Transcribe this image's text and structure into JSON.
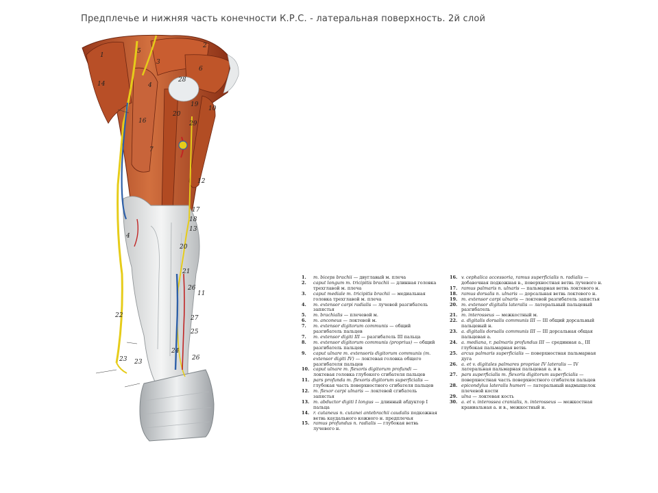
{
  "title": "Предплечье и нижняя часть конечности К.Р.С. - латеральная поверхность. 2й слой",
  "labels": [
    "1",
    "5",
    "3",
    "2",
    "6",
    "14",
    "4",
    "28",
    "19",
    "10",
    "20",
    "16",
    "7",
    "29",
    "12",
    "17",
    "18",
    "13",
    "4",
    "20",
    "21",
    "26",
    "11",
    "22",
    "23",
    "27",
    "25",
    "24",
    "23",
    "26"
  ],
  "legend_left": [
    {
      "n": "1.",
      "la": "m. biceps brachii",
      "ru": "— двуглавый м. плеча"
    },
    {
      "n": "2.",
      "la": "caput longum m. tricipitis brachii",
      "ru": "— длинная головка трехглавой м. плеча"
    },
    {
      "n": "3.",
      "la": "caput mediale m. tricipitis brachii",
      "ru": "— медиальная головка трехглавой м. плеча"
    },
    {
      "n": "4.",
      "la": "m. extensor carpi radialis",
      "ru": "— лучевой разгибатель запястья"
    },
    {
      "n": "5.",
      "la": "m. brachialis",
      "ru": "— плечевой м."
    },
    {
      "n": "6.",
      "la": "m. anconeus",
      "ru": "— локтевой м."
    },
    {
      "n": "7.",
      "la": "m. extensor digitorum communis",
      "ru": "— общий разгибатель пальцев"
    },
    {
      "n": "7.",
      "la": "m. extensor digiti III",
      "ru": "— разгибатель III пальца"
    },
    {
      "n": "8.",
      "la": "m. extensor digitorum communis (proprius)",
      "ru": "— общий разгибатель пальцев"
    },
    {
      "n": "9.",
      "la": "caput ulnare m. extensoris digitorum communis (m. extensor digiti IV)",
      "ru": "— локтевая головка общего разгибателя пальцев"
    },
    {
      "n": "10.",
      "la": "caput ulnare m. flexoris digitorum profundi",
      "ru": "— локтевая головка глубокого сгибателя пальцев"
    },
    {
      "n": "11.",
      "la": "pars profunda m. flexoris digitorum superficialis",
      "ru": "— глубокая часть поверхностного сгибателя пальцев"
    },
    {
      "n": "12.",
      "la": "m. flexor carpi ulnaris",
      "ru": "— локтевой сгибатель запястья"
    },
    {
      "n": "13.",
      "la": "m. abductor digiti I longus",
      "ru": "— длинный абдуктор I пальца"
    },
    {
      "n": "14.",
      "la": "r. cutaneus n. cutanei antebrachii caudalis",
      "ru": "подкожная ветвь каудального кожного н. предплечья"
    },
    {
      "n": "15.",
      "la": "ramus profundus n. radialis",
      "ru": "— глубокая ветвь лучевого н."
    }
  ],
  "legend_right": [
    {
      "n": "16.",
      "la": "v. cephalica accessoria, ramus superficialis n. radialis",
      "ru": "— добавочная подкожная в., поверхностная ветвь лучевого н."
    },
    {
      "n": "17.",
      "la": "ramus palmaris n. ulnaris",
      "ru": "— пальмарная ветвь локтевого н."
    },
    {
      "n": "18.",
      "la": "ramus dorsalis n. ulnaris",
      "ru": "— дорсальная ветвь локтевого н."
    },
    {
      "n": "19.",
      "la": "m. extensor carpi ulnaris",
      "ru": "— локтевой разгибатель запястья"
    },
    {
      "n": "20.",
      "la": "m. extensor digitalis lateralis",
      "ru": "— латеральный пальцевый разгибатель"
    },
    {
      "n": "21.",
      "la": "m. interosseus",
      "ru": "— межкостный м."
    },
    {
      "n": "22.",
      "la": "a. digitalis dorsalis communis III",
      "ru": "— III общий дорсальный пальцевый н."
    },
    {
      "n": "23.",
      "la": "a. digitalis dorsalis communis III",
      "ru": "— III дорсальная общая пальцевая а."
    },
    {
      "n": "24.",
      "la": "a. mediana, r. palmaris profundus III",
      "ru": "— срединная а., III глубокая пальмарная ветвь"
    },
    {
      "n": "25.",
      "la": "arcus palmaris superficialis",
      "ru": "— поверхностная пальмарная дуга"
    },
    {
      "n": "26.",
      "la": "a. et v. digitales palmares propriae IV lateralis",
      "ru": "— IV латеральная пальмарная пальцевая а. и в."
    },
    {
      "n": "27.",
      "la": "pars superficialis m. flexoris digitorum superficialis",
      "ru": "— поверхностная часть поверхностного сгибателя пальцев"
    },
    {
      "n": "28.",
      "la": "epicondylus lateralis humeri",
      "ru": "— латеральный надмыщелок плечевой кости"
    },
    {
      "n": "29.",
      "la": "ulna",
      "ru": "— локтевая кость"
    },
    {
      "n": "30.",
      "la": "a. et v. interossea cranialis, n. interosseus",
      "ru": "— межкостная краниальная а. и в., межкостный н."
    }
  ]
}
